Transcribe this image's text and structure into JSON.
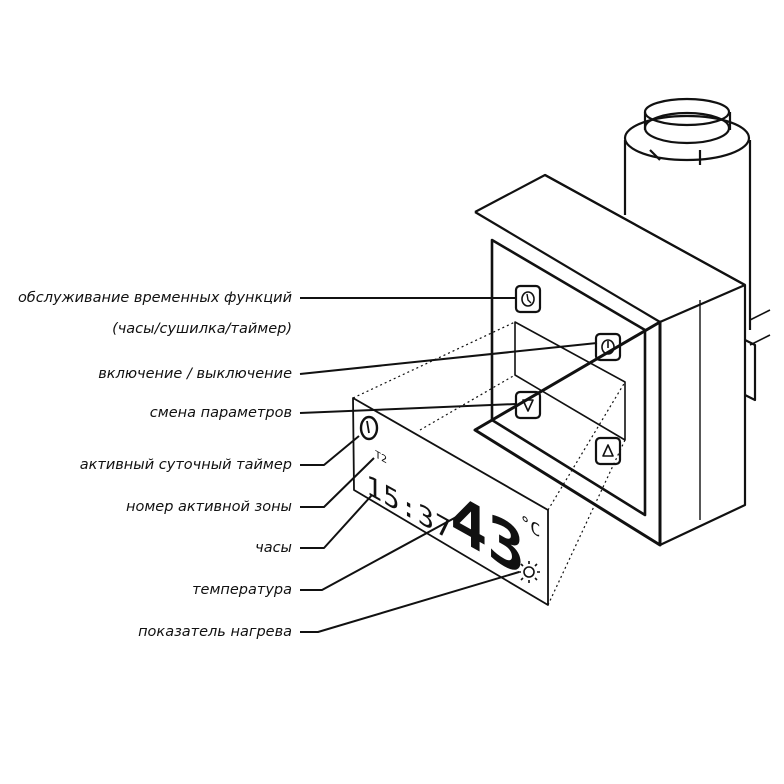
{
  "labels": {
    "time_functions": "обслуживание временных функций",
    "time_functions_sub": "(часы/сушилка/таймер)",
    "on_off": "включение / выключение",
    "change_params": "смена параметров",
    "daily_timer": "активный суточный таймер",
    "zone_number": "номер активной зоны",
    "clock": "часы",
    "temperature": "температура",
    "heat_indicator": "показатель нагрева"
  },
  "display": {
    "zone": "T2",
    "time": "15:37",
    "temperature": "43",
    "unit": "°C"
  },
  "icons": [
    "clock-icon",
    "power-icon",
    "arrow-down-icon",
    "arrow-up-icon",
    "sun-heat-icon"
  ],
  "colors": {
    "line": "#111111",
    "background": "#ffffff"
  }
}
